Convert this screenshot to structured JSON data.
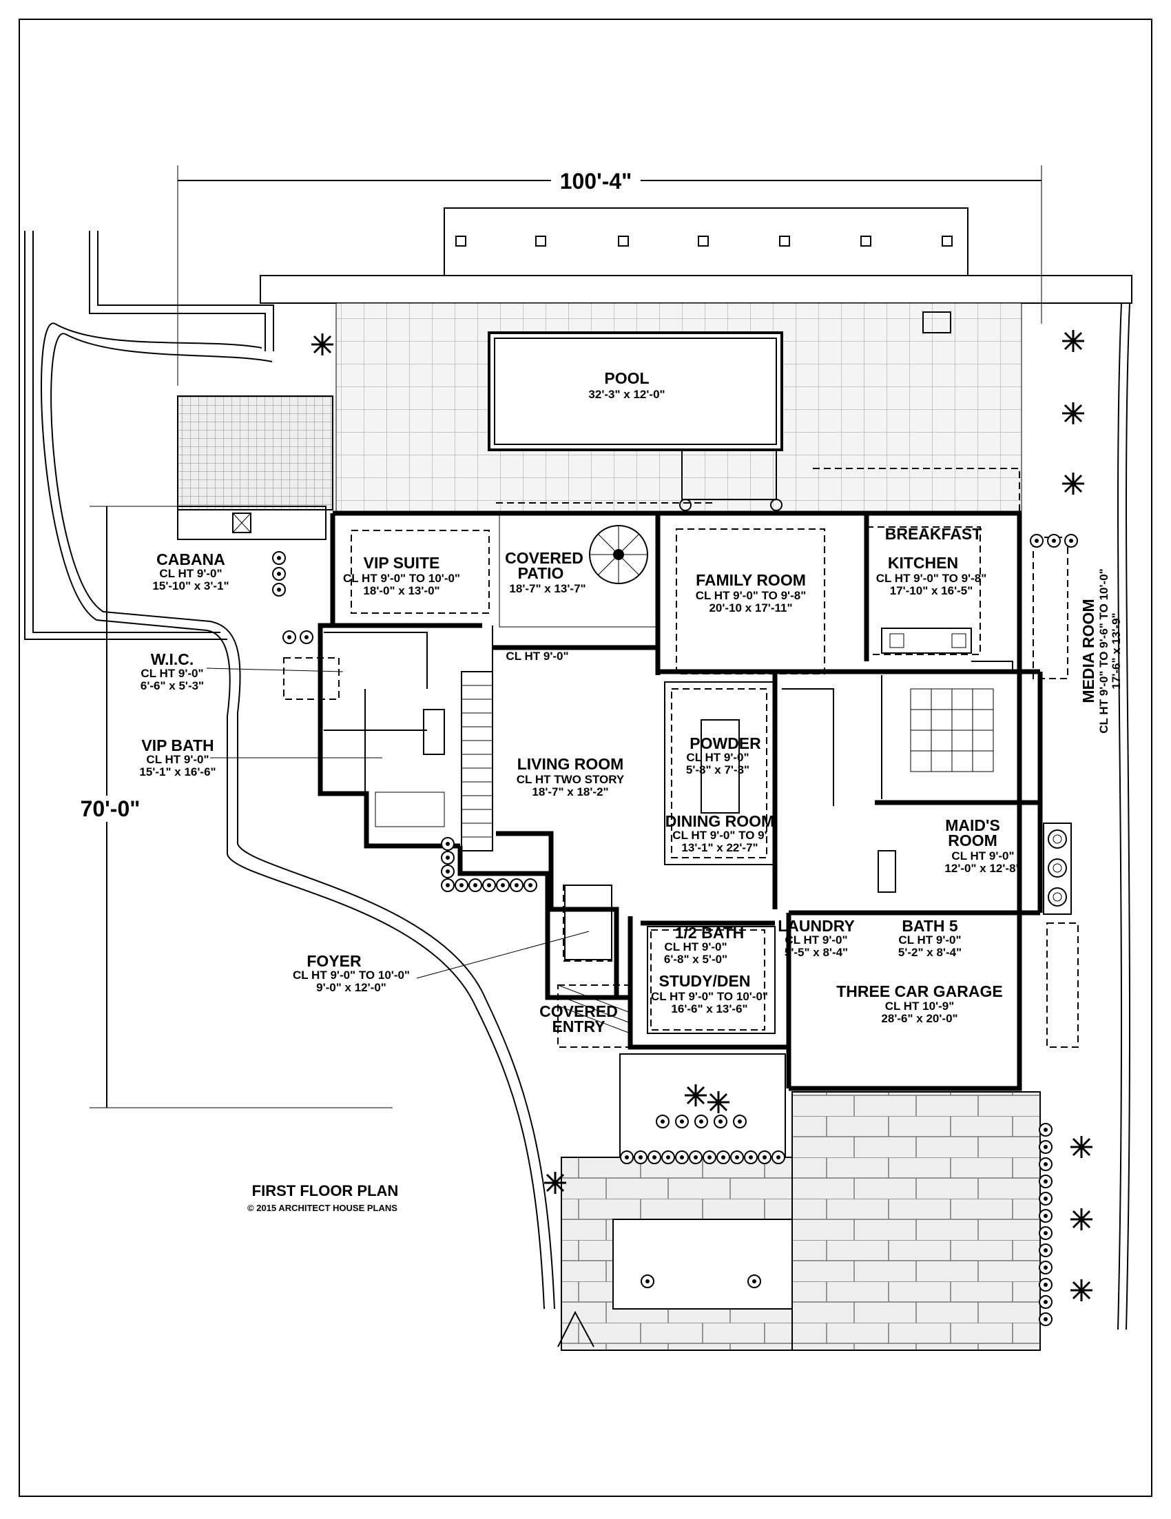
{
  "plan": {
    "title": "FIRST FLOOR PLAN",
    "copyright": "© 2015 ARCHITECT HOUSE PLANS"
  },
  "dimensions": {
    "width": "100'-4\"",
    "depth": "70'-0\""
  },
  "rooms": {
    "pool": {
      "name": "POOL",
      "size": "32'-3\" x 12'-0\""
    },
    "cabana": {
      "name": "CABANA",
      "height": "CL HT 9'-0\"",
      "size": "15'-10\" x 3'-1\""
    },
    "vip_suite": {
      "name": "VIP SUITE",
      "height": "CL HT 9'-0\" TO 10'-0\"",
      "size": "18'-0\" x 13'-0\""
    },
    "covered_patio": {
      "name_line1": "COVERED",
      "name_line2": "PATIO",
      "size": "18'-7\" x 13'-7\""
    },
    "family_room": {
      "name": "FAMILY ROOM",
      "height": "CL HT 9'-0\" TO 9'-8\"",
      "size": "20'-10 x 17'-11\""
    },
    "breakfast": {
      "name": "BREAKFAST"
    },
    "kitchen": {
      "name": "KITCHEN",
      "height": "CL HT 9'-0\" TO 9'-8\"",
      "size": "17'-10\" x 16'-5\""
    },
    "media_room": {
      "name": "MEDIA ROOM",
      "height": "CL HT 9'-0\" TO 9'-6\" TO 10'-0\"",
      "size": "17'-6\" x 13'-9\""
    },
    "wic": {
      "name": "W.I.C.",
      "height": "CL HT 9'-0\"",
      "size": "6'-6\" x 5'-3\""
    },
    "vip_bath": {
      "name": "VIP BATH",
      "height": "CL HT 9'-0\"",
      "size": "15'-1\" x 16'-6\""
    },
    "hall": {
      "height": "CL HT 9'-0\""
    },
    "living_room": {
      "name": "LIVING ROOM",
      "height": "CL HT TWO STORY",
      "size": "18'-7\" x 18'-2\""
    },
    "powder": {
      "name": "POWDER",
      "height": "CL HT 9'-0\"",
      "size": "5'-8\" x 7'-3\""
    },
    "dining_room": {
      "name": "DINING ROOM",
      "height": "CL HT 9'-0\" TO 9'",
      "size": "13'-1\" x 22'-7\""
    },
    "maids_room": {
      "name_line1": "MAID'S",
      "name_line2": "ROOM",
      "height": "CL HT 9'-0\"",
      "size": "12'-0\" x 12'-8\""
    },
    "foyer": {
      "name": "FOYER",
      "height": "CL HT 9'-0\" TO 10'-0\"",
      "size": "9'-0\" x 12'-0\""
    },
    "half_bath": {
      "name": "1/2 BATH",
      "height": "CL HT 9'-0\"",
      "size": "6'-8\" x 5'-0\""
    },
    "study": {
      "name": "STUDY/DEN",
      "height": "CL HT 9'-0\" TO 10'-0\"",
      "size": "16'-6\" x 13'-6\""
    },
    "laundry": {
      "name": "LAUNDRY",
      "height": "CL HT 9'-0\"",
      "size": "5'-5\" x 8'-4\""
    },
    "bath5": {
      "name": "BATH 5",
      "height": "CL HT 9'-0\"",
      "size": "5'-2\" x 8'-4\""
    },
    "garage": {
      "name": "THREE CAR GARAGE",
      "height": "CL HT 10'-9\"",
      "size": "28'-6\" x 20'-0\""
    },
    "covered_entry": {
      "name_line1": "COVERED",
      "name_line2": "ENTRY"
    }
  },
  "icons": [
    "palm-tree-icon",
    "shrub-icon",
    "spiral-stair-icon",
    "fixture-icon"
  ]
}
